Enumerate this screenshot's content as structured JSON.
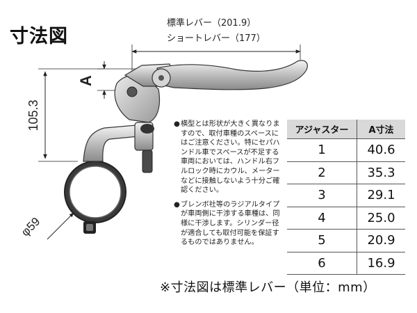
{
  "title": "寸法図",
  "dimensions": {
    "lever_standard": "標準レバー（201.9）",
    "lever_short": "ショートレバー（177）",
    "label_a": "A",
    "height": "105.3",
    "diameter": "φ59"
  },
  "notes": [
    "横型とは形状が大きく異なりますので、取付車種のスペースにはご注意ください。特にセパハンドル車でスペースが不足する車両においては、ハンドル右フルロック時にカウル、メーターなどに接触しないよう十分ご確認ください。",
    "ブレンボ社等のラジアルタイプが車両側に干渉する車種は、同様に干渉します。シリンダー径が適合しても取付可能を保証するものではありません。"
  ],
  "note_bullet": "●",
  "table": {
    "headers": [
      "アジャスター",
      "A寸法"
    ],
    "rows": [
      [
        "1",
        "40.6"
      ],
      [
        "2",
        "35.3"
      ],
      [
        "3",
        "29.1"
      ],
      [
        "4",
        "25.0"
      ],
      [
        "5",
        "20.9"
      ],
      [
        "6",
        "16.9"
      ]
    ]
  },
  "footer": "※寸法図は標準レバー（単位：mm）"
}
